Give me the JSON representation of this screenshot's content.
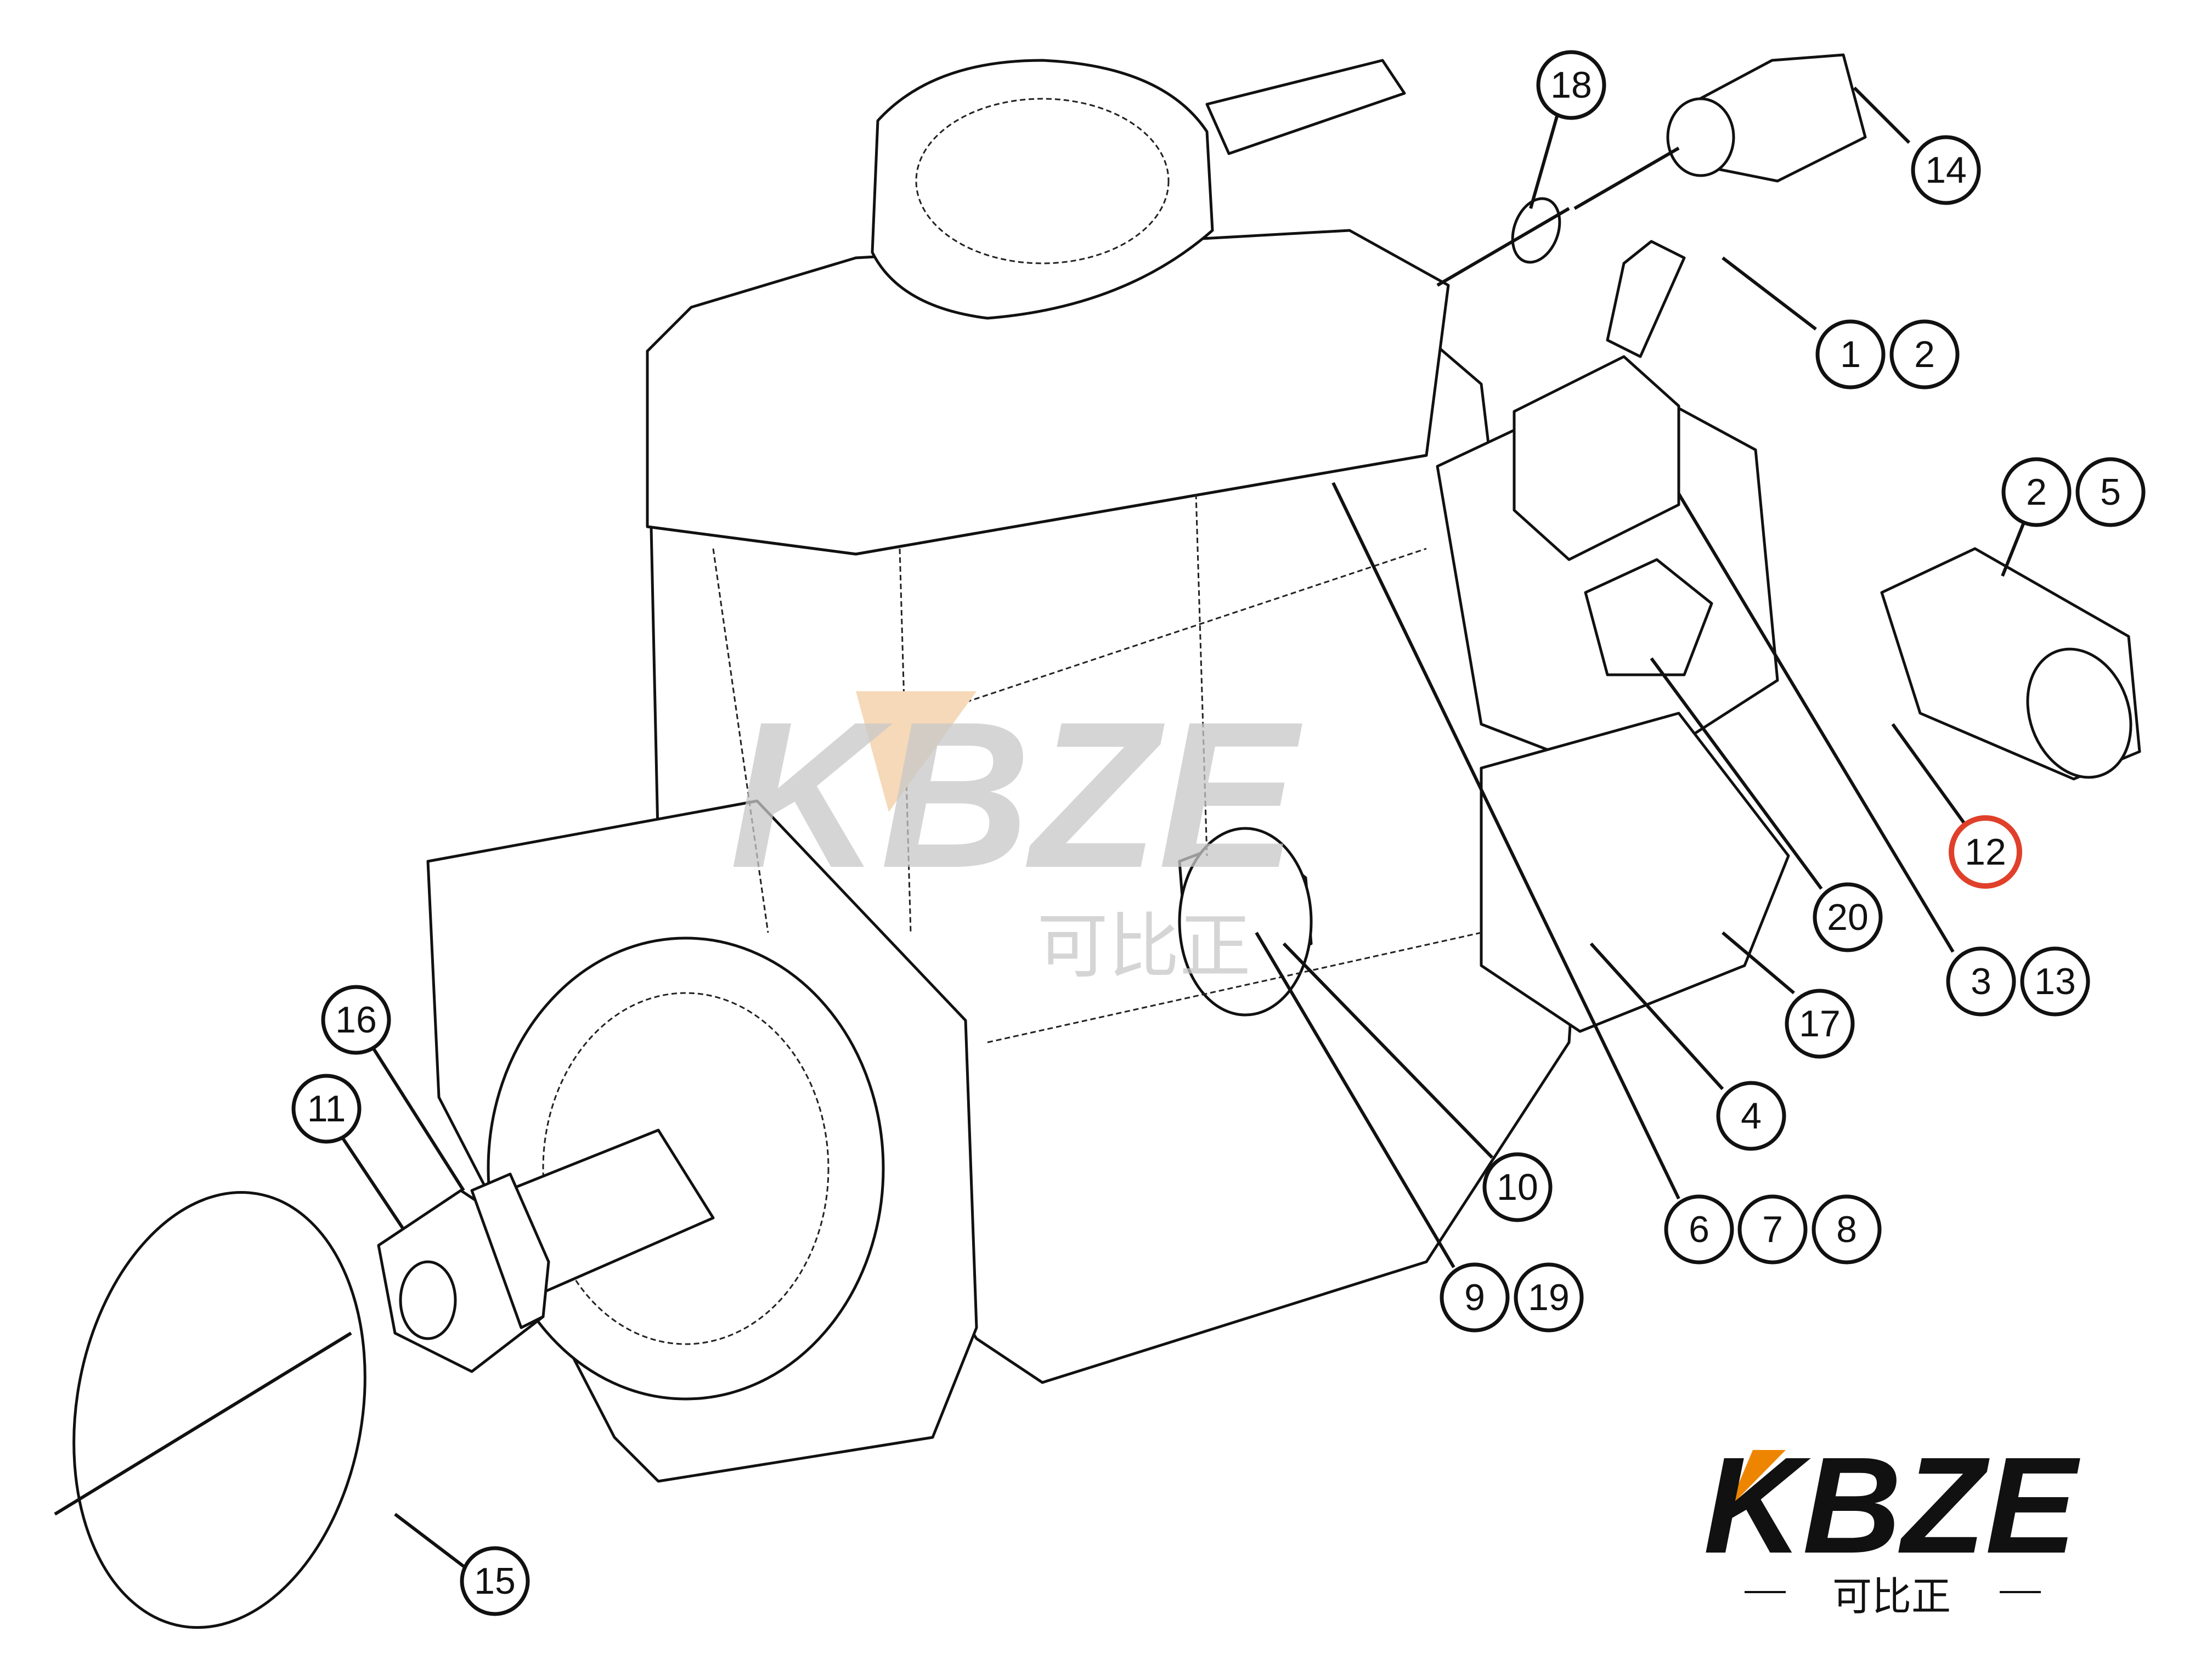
{
  "diagram": {
    "title": "Fuel injection pump exploded parts diagram",
    "highlight_color": "#e0402a",
    "callouts": [
      {
        "id": "c18",
        "numbers": [
          "18"
        ],
        "highlighted": false
      },
      {
        "id": "c14",
        "numbers": [
          "14"
        ],
        "highlighted": false
      },
      {
        "id": "c1-2",
        "numbers": [
          "1",
          "2"
        ],
        "highlighted": false
      },
      {
        "id": "c2-5",
        "numbers": [
          "2",
          "5"
        ],
        "highlighted": false
      },
      {
        "id": "c12",
        "numbers": [
          "12"
        ],
        "highlighted": true
      },
      {
        "id": "c20",
        "numbers": [
          "20"
        ],
        "highlighted": false
      },
      {
        "id": "c3-13",
        "numbers": [
          "3",
          "13"
        ],
        "highlighted": false
      },
      {
        "id": "c17",
        "numbers": [
          "17"
        ],
        "highlighted": false
      },
      {
        "id": "c4",
        "numbers": [
          "4"
        ],
        "highlighted": false
      },
      {
        "id": "c10",
        "numbers": [
          "10"
        ],
        "highlighted": false
      },
      {
        "id": "c6-7-8",
        "numbers": [
          "6",
          "7",
          "8"
        ],
        "highlighted": false
      },
      {
        "id": "c9-19",
        "numbers": [
          "9",
          "19"
        ],
        "highlighted": false
      },
      {
        "id": "c16",
        "numbers": [
          "16"
        ],
        "highlighted": false
      },
      {
        "id": "c11",
        "numbers": [
          "11"
        ],
        "highlighted": false
      },
      {
        "id": "c15",
        "numbers": [
          "15"
        ],
        "highlighted": false
      }
    ]
  },
  "watermark": {
    "text": "KBZE",
    "subtext": "可比正",
    "accent_color": "#f6d9b8"
  },
  "logo": {
    "text": "KBZE",
    "subtext": "可比正",
    "accent_color": "#ee8500",
    "text_color": "#111111"
  }
}
